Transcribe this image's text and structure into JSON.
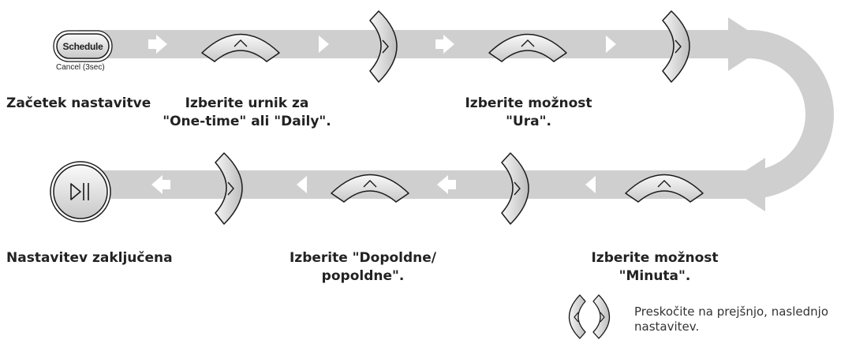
{
  "buttons": {
    "schedule": "Schedule",
    "cancel": "Cancel (3sec)"
  },
  "steps": [
    {
      "lines": [
        "Začetek nastavitve"
      ]
    },
    {
      "lines": [
        "Izberite urnik za",
        "\"One-time\" ali \"Daily\"."
      ]
    },
    {
      "lines": [
        "Izberite možnost",
        "\"Ura\"."
      ]
    },
    {
      "lines": [
        "Izberite možnost",
        "\"Minuta\"."
      ]
    },
    {
      "lines": [
        "Izberite \"Dopoldne/",
        "popoldne\"."
      ]
    },
    {
      "lines": [
        "Nastavitev zaključena"
      ]
    }
  ],
  "legend": {
    "line1": "Preskočite na prejšnjo, naslednjo",
    "line2": "nastavitev."
  },
  "colors": {
    "band": "#cfcfcf",
    "arrow_white": "#ffffff",
    "button_fill": "#e6e6e6",
    "outline": "#1a1a1a"
  },
  "icons": [
    "schedule-button-icon",
    "up-arrow-button-icon",
    "right-chevron-button-icon",
    "play-pause-button-icon",
    "left-chevron-button-icon"
  ]
}
